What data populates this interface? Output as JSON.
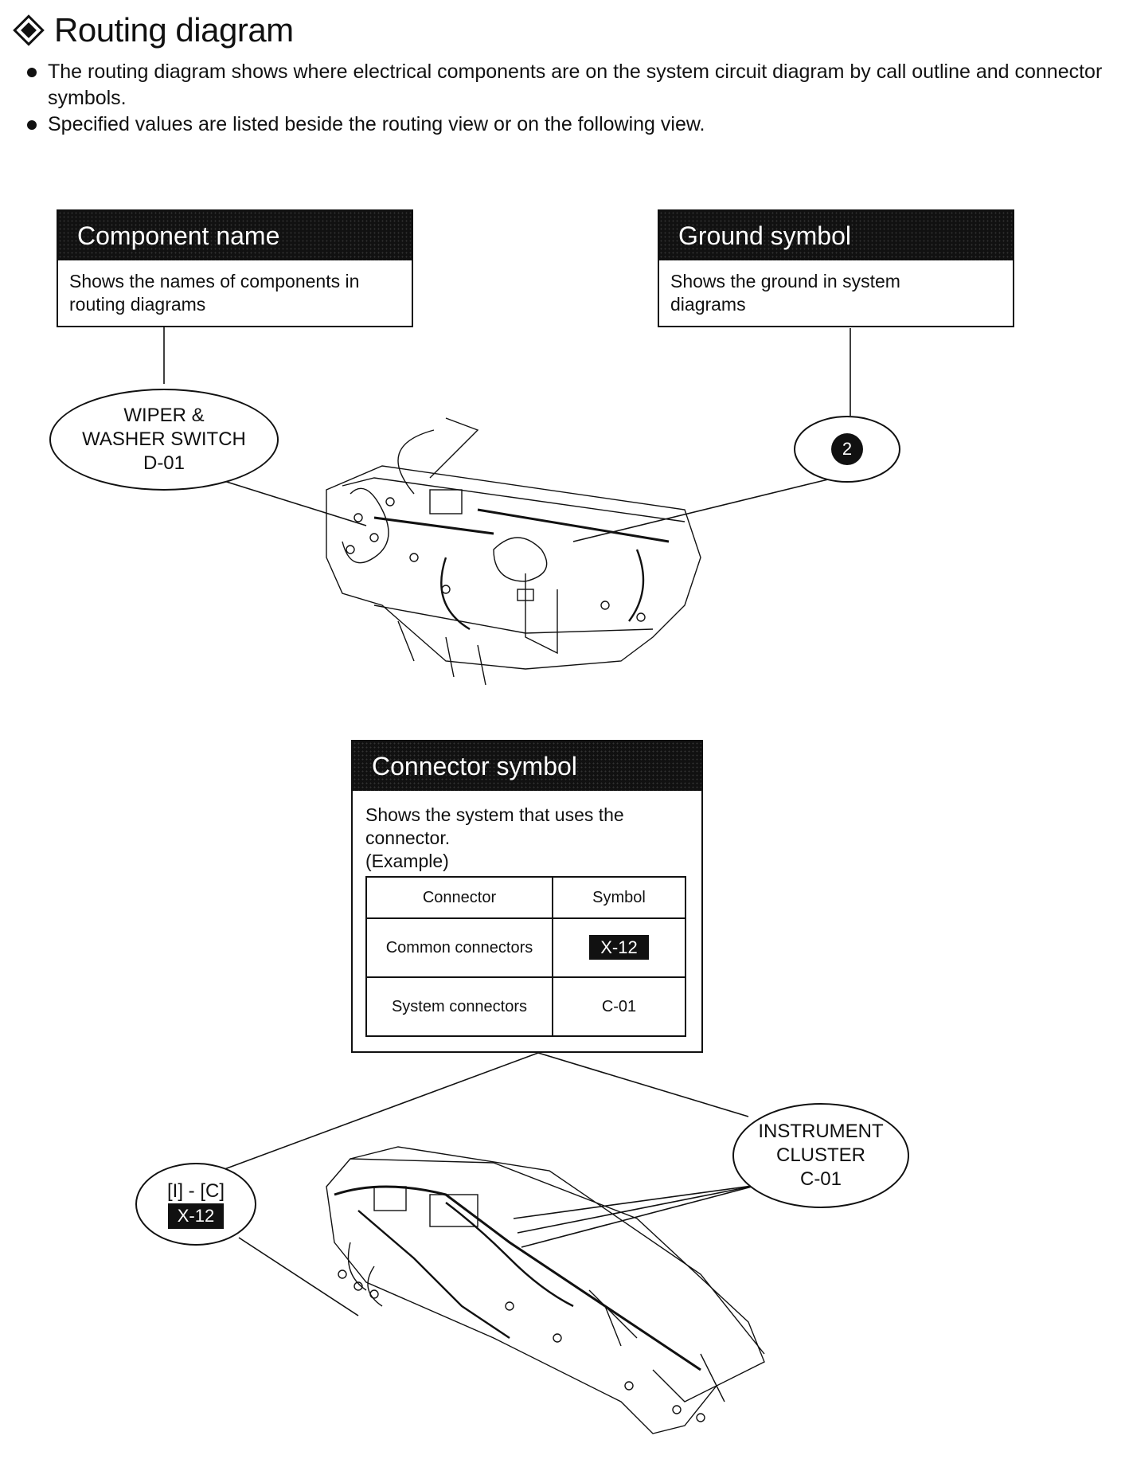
{
  "page": {
    "title": "Routing diagram",
    "bullets": [
      "The routing diagram shows where electrical components are on the system circuit diagram by call outline and connector symbols.",
      "Specified values are listed beside the routing view or on the following view."
    ]
  },
  "component_box": {
    "header": "Component name",
    "body": "Shows the names of components in routing diagrams"
  },
  "ground_box": {
    "header": "Ground symbol",
    "body": "Shows the ground in system diagrams"
  },
  "connector_box": {
    "header": "Connector symbol",
    "body": "Shows the system that uses the connector.",
    "example_label": "(Example)",
    "table": {
      "headers": [
        "Connector",
        "Symbol"
      ],
      "rows": [
        {
          "connector": "Common connectors",
          "symbol": "X-12"
        },
        {
          "connector": "System connectors",
          "symbol": "C-01"
        }
      ]
    }
  },
  "callouts": {
    "wiper": {
      "line1": "WIPER &",
      "line2": "WASHER SWITCH",
      "line3": "D-01"
    },
    "ground": {
      "number": "2"
    },
    "instrument": {
      "line1": "INSTRUMENT",
      "line2": "CLUSTER",
      "line3": "C-01"
    },
    "common": {
      "line1": "[I] - [C]",
      "line2": "X-12"
    }
  },
  "figures": {
    "upper": "dashboard-wiring-illustration",
    "lower": "instrument-panel-wiring-illustration"
  }
}
